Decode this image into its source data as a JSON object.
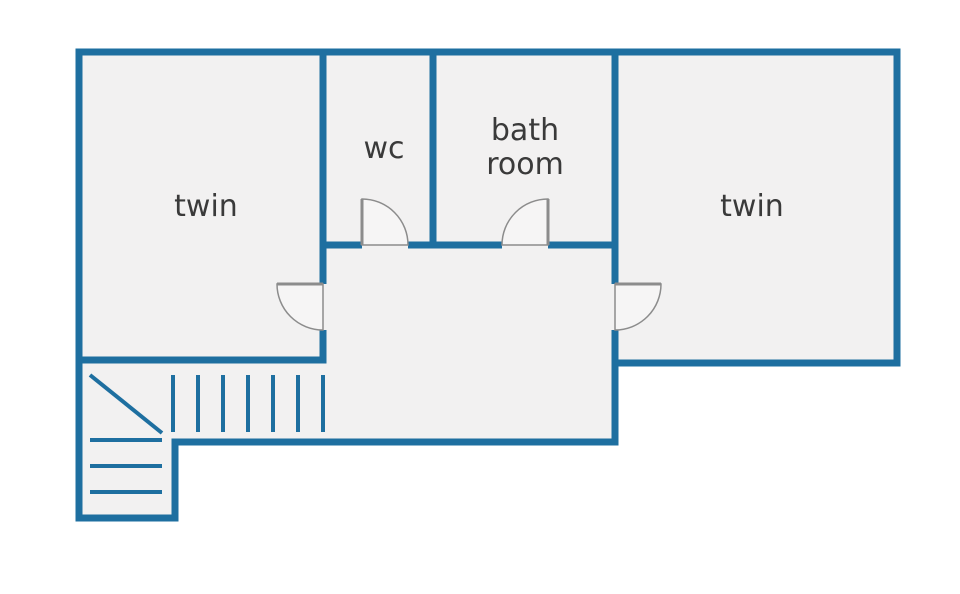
{
  "plan": {
    "wall_color": "#1e6fa0",
    "floor_color": "#f2f1f1",
    "door_color": "#8c8c8c",
    "rooms": {
      "twin_left": {
        "label": "twin"
      },
      "wc": {
        "label": "wc"
      },
      "bathroom": {
        "line1": "bath",
        "line2": "room"
      },
      "twin_right": {
        "label": "twin"
      }
    }
  }
}
